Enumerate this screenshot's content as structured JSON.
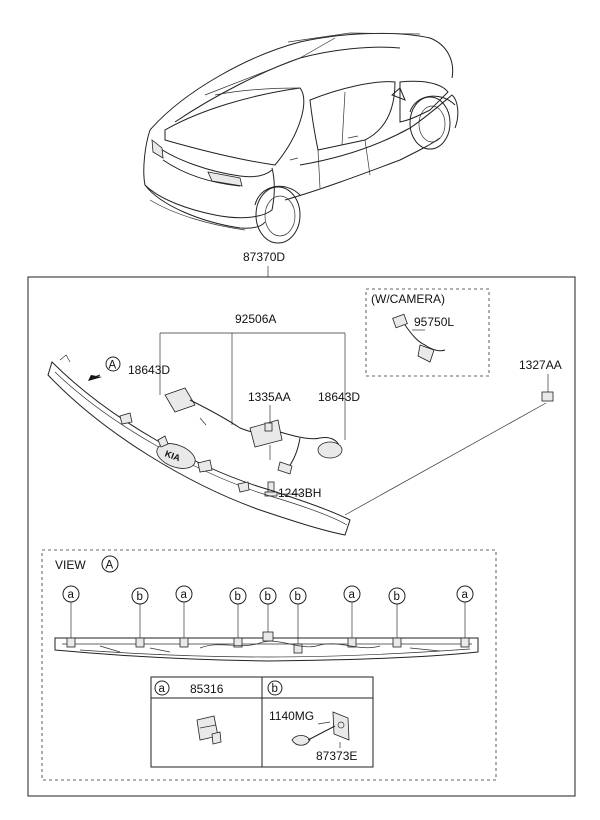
{
  "diagram": {
    "assembly_part": "87370D",
    "harness_part": "92506A",
    "camera_box_title": "(W/CAMERA)",
    "camera_part": "95750L",
    "nut_part": "1327AA",
    "clip_left_part": "18643D",
    "clip_right_part": "18643D",
    "grommet_part": "1335AA",
    "bolt_part": "1243BH",
    "view_marker_letter": "A",
    "view_label": "VIEW",
    "callouts": [
      "a",
      "b",
      "a",
      "b",
      "b",
      "b",
      "a",
      "b",
      "a"
    ],
    "legend": {
      "a_letter": "a",
      "a_part": "85316",
      "b_letter": "b",
      "b_part_top": "1140MG",
      "b_part_bottom": "87373E"
    },
    "badge_text": "KIA"
  }
}
